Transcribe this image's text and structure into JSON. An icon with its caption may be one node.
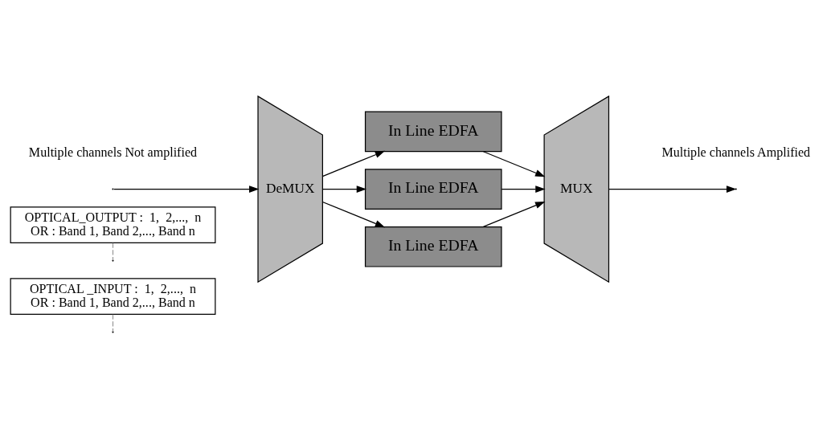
{
  "diagram": {
    "nodes": [
      {
        "text": [
          "OPTICAL _INPUT :  1,  2,...,  n",
          "OR : Band 1, Band 2,..., Band n"
        ]
      },
      {
        "text": [
          "OPTICAL_OUTPUT :  1,  2,...,  n",
          "OR : Band 1, Band 2,..., Band n"
        ]
      },
      {
        "text": [
          "DeMUX"
        ]
      },
      {
        "text": [
          "In Line EDFA"
        ]
      },
      {
        "text": [
          "In Line EDFA"
        ]
      },
      {
        "text": [
          "In Line EDFA"
        ]
      },
      {
        "text": [
          "MUX"
        ]
      }
    ],
    "edges": [
      {
        "from": null,
        "to": 2,
        "arrow": "to"
      },
      {
        "from": 2,
        "to": 3,
        "arrow": "to"
      },
      {
        "from": 2,
        "to": 4,
        "arrow": "to"
      },
      {
        "from": 2,
        "to": 5,
        "arrow": "to"
      },
      {
        "from": 3,
        "to": 6,
        "arrow": "to"
      },
      {
        "from": 4,
        "to": 6,
        "arrow": "to"
      },
      {
        "from": 5,
        "to": 6,
        "arrow": "to"
      },
      {
        "from": 6,
        "to": null,
        "arrow": "to"
      },
      {
        "from": 0,
        "to": null,
        "arrow": "none",
        "style": "dashed",
        "color": "#999999"
      },
      {
        "from": 1,
        "to": null,
        "arrow": "none",
        "style": "dashed",
        "color": "#999999"
      }
    ],
    "labels": [
      "Multiple channels Not amplified",
      "Multiple channels Amplified"
    ]
  }
}
